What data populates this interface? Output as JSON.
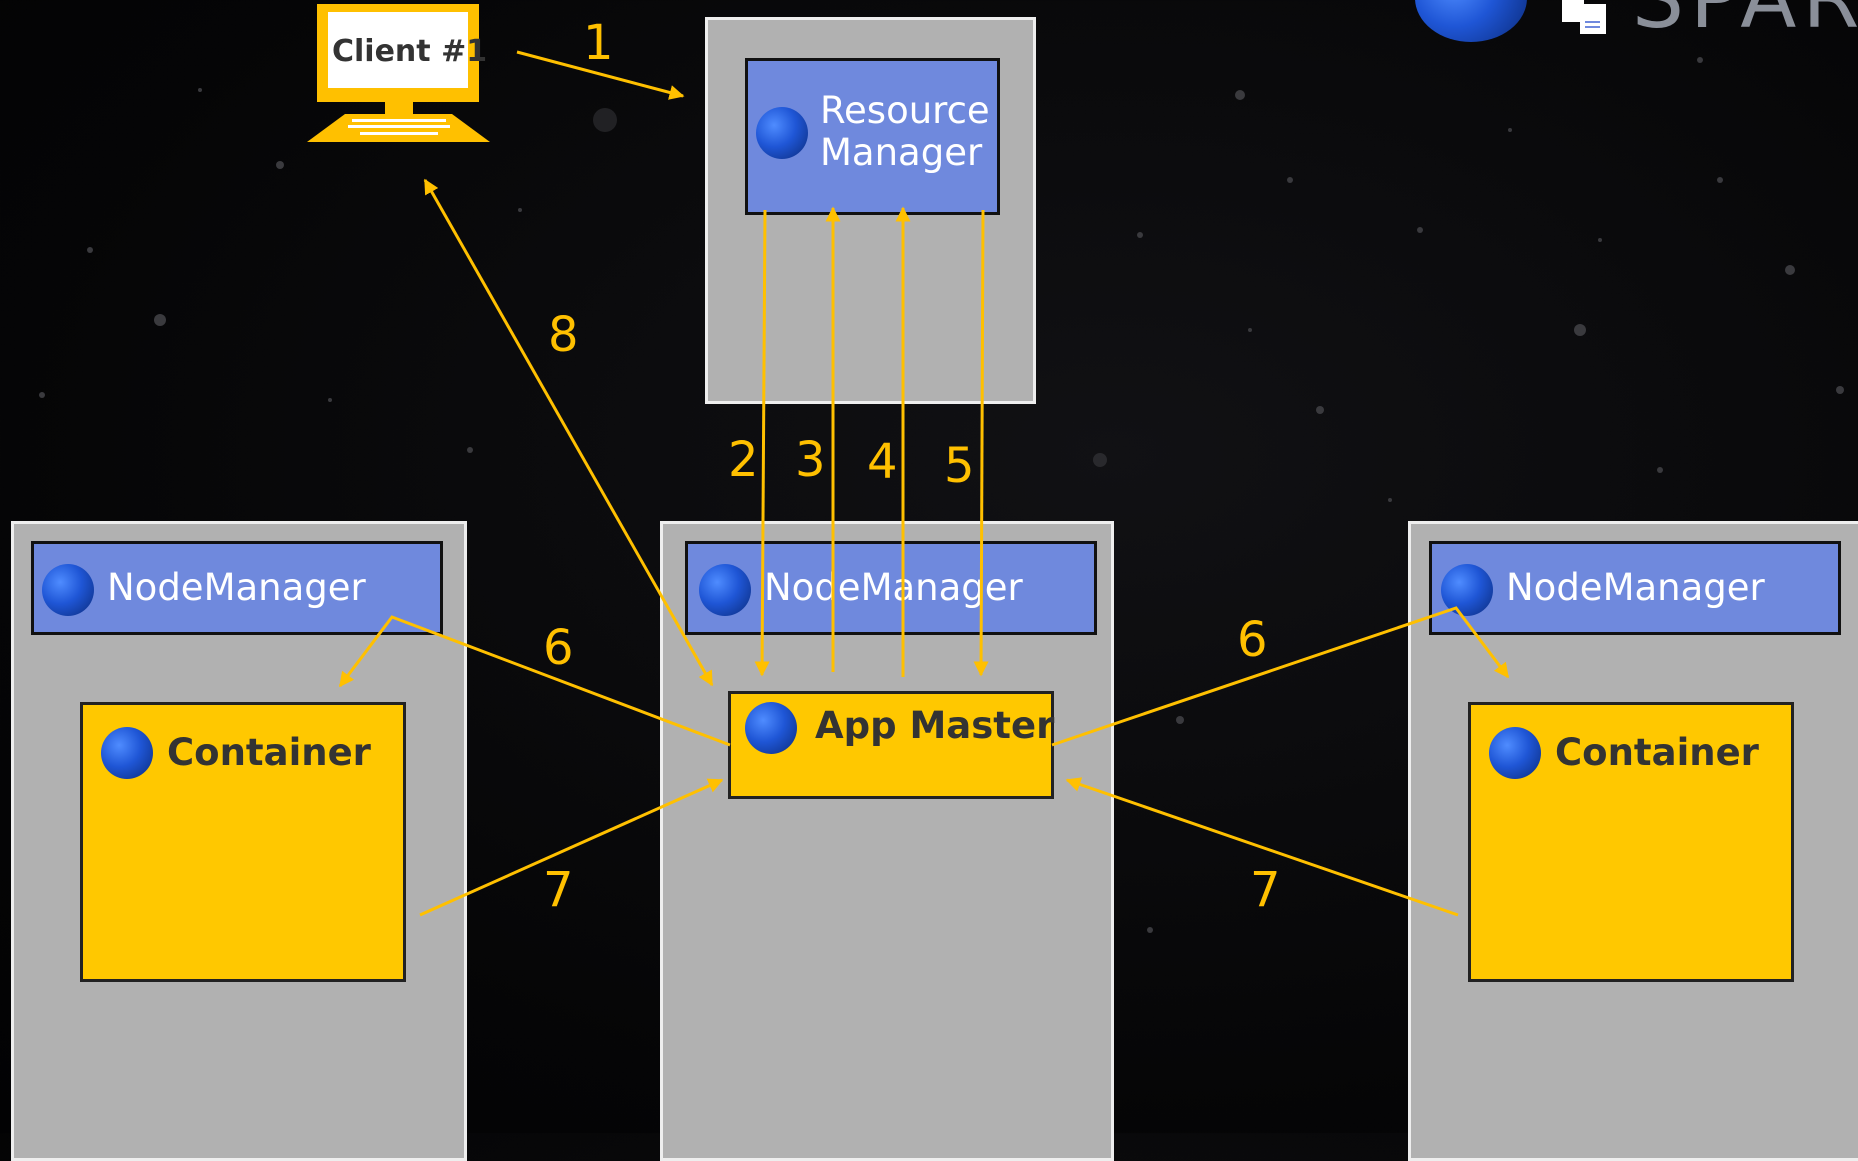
{
  "client": {
    "label": "Client #1"
  },
  "resource_manager": {
    "line1": "Resource",
    "line2": "Manager"
  },
  "nodes": {
    "left": {
      "manager": "NodeManager",
      "container": "Container"
    },
    "center": {
      "manager": "NodeManager",
      "app": "App Master"
    },
    "right": {
      "manager": "NodeManager",
      "container": "Container"
    }
  },
  "steps": {
    "s1": "1",
    "s2": "2",
    "s3": "3",
    "s4": "4",
    "s5": "5",
    "s6_left": "6",
    "s6_right": "6",
    "s7_left": "7",
    "s7_right": "7",
    "s8": "8"
  },
  "brand": {
    "text": "SPARK"
  },
  "colors": {
    "arrow": "#ffc000",
    "node_manager": "#6f89dd",
    "container": "#ffc800",
    "server": "#b1b1b1",
    "background": "#050506"
  },
  "icons": [
    "yarn-ball-icon",
    "computer-icon",
    "document-icon"
  ]
}
